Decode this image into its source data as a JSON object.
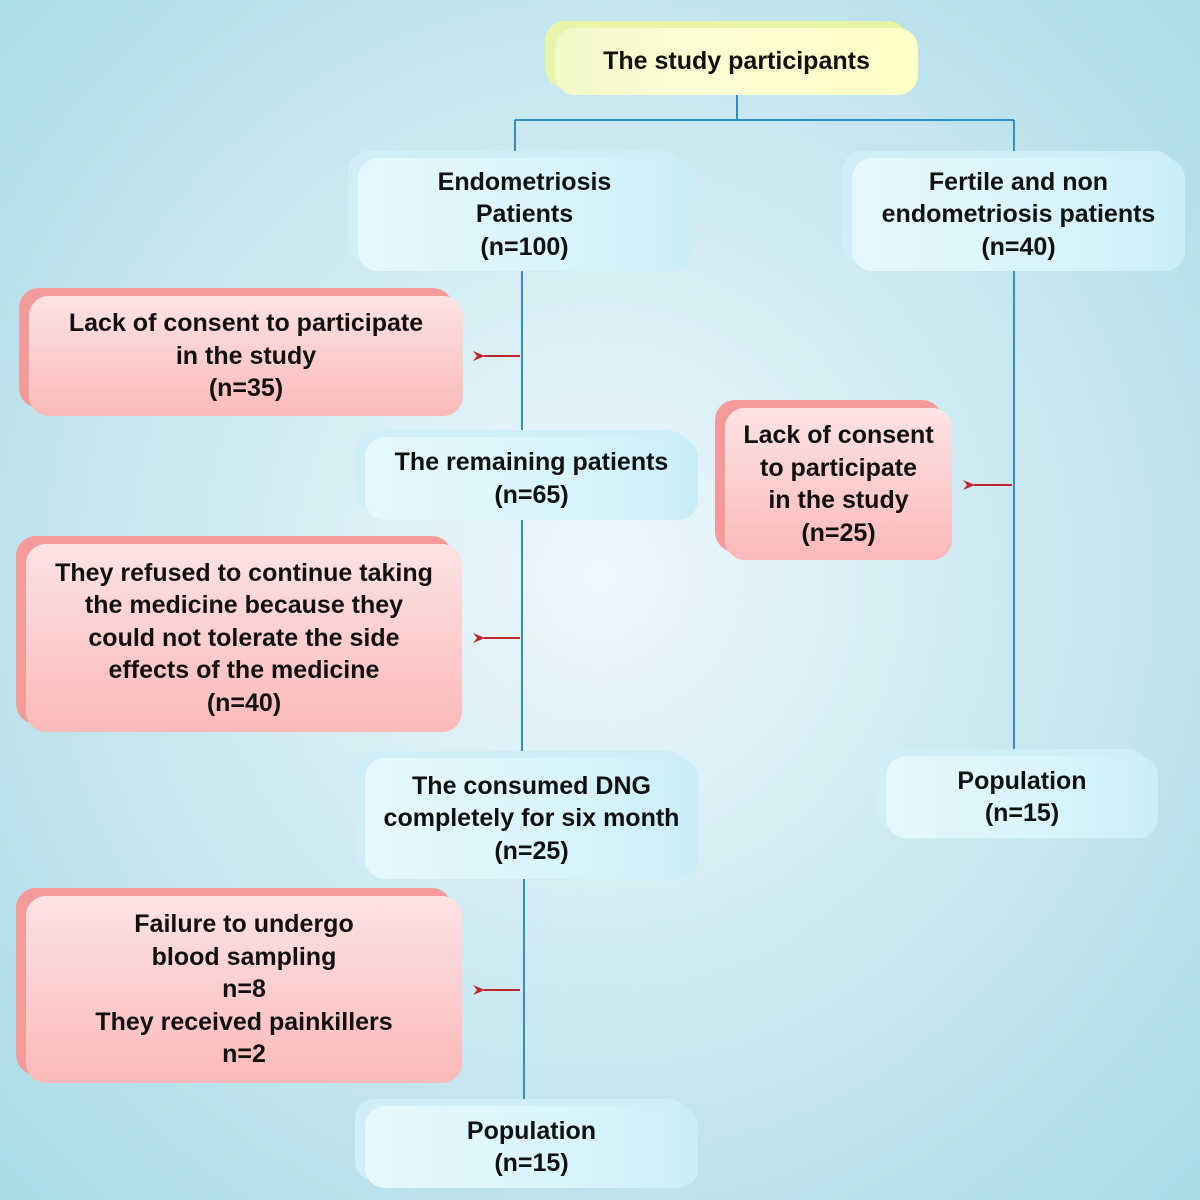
{
  "diagram": {
    "title": "The study participants",
    "endometriosis": "Endometriosis\nPatients\n(n=100)",
    "fertile": "Fertile and non\nendometriosis patients\n(n=40)",
    "exclude_consent_left": "Lack of consent to participate\nin the study\n(n=35)",
    "remaining": "The remaining patients\n(n=65)",
    "exclude_refused": "They refused to continue taking\nthe medicine because they\ncould not tolerate the side\neffects of the medicine\n(n=40)",
    "consumed": "The consumed DNG\ncompletely for six month\n(n=25)",
    "exclude_sampling": "Failure to undergo\nblood sampling\nn=8\nThey received painkillers\nn=2",
    "population_left": "Population\n(n=15)",
    "exclude_consent_right": "Lack of consent\nto participate\nin the study\n(n=25)",
    "population_right": "Population\n(n=15)"
  },
  "colors": {
    "connector": "#2f8fc4",
    "arrow": "#c0272d"
  }
}
